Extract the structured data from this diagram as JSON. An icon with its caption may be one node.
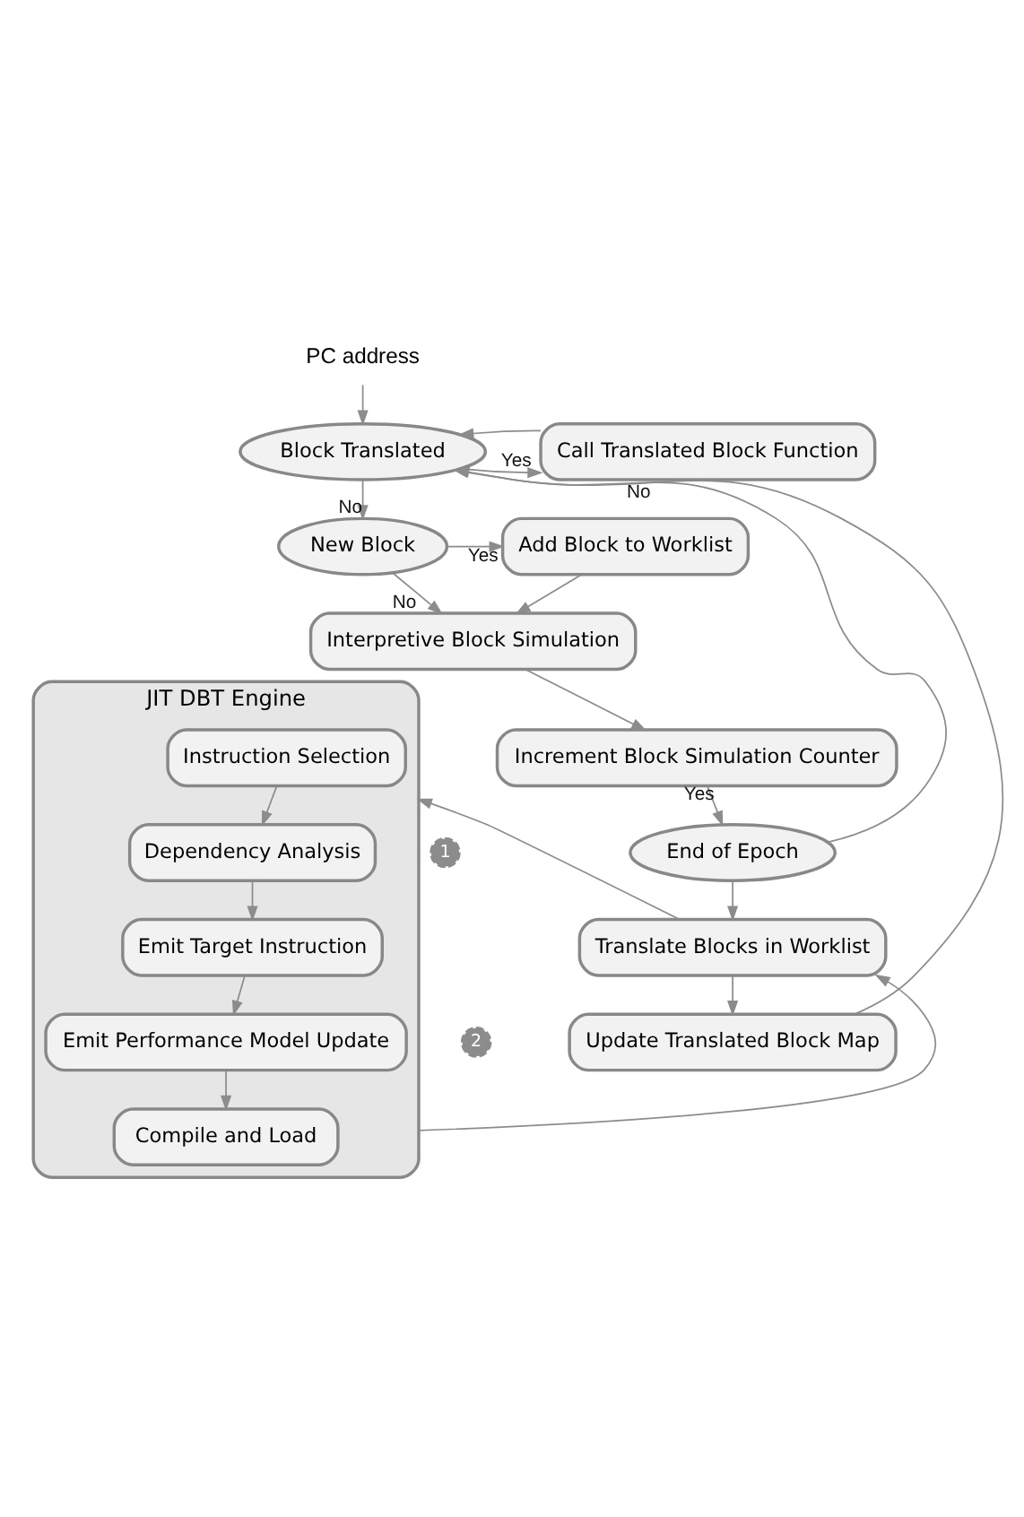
{
  "diagram": {
    "nodes": [
      {
        "text": [
          "PC address"
        ]
      },
      {
        "text": [
          "Block Translated"
        ]
      },
      {
        "text": [
          "Call Translated Block Function"
        ]
      },
      {
        "text": [
          "New Block"
        ]
      },
      {
        "text": [
          "Add Block to Worklist"
        ]
      },
      {
        "text": [
          "Interpretive Block Simulation"
        ]
      },
      {
        "text": [
          "Increment Block Simulation Counter"
        ]
      },
      {
        "text": [
          "End of Epoch"
        ]
      },
      {
        "text": [
          "Translate Blocks in Worklist"
        ]
      },
      {
        "text": [
          "Update Translated Block Map"
        ]
      },
      {
        "text": [
          "JIT DBT Engine"
        ]
      },
      {
        "text": [
          "Instruction Selection"
        ],
        "in": 10
      },
      {
        "text": [
          "Dependency Analysis"
        ],
        "in": 10
      },
      {
        "text": [
          "Emit Target Instruction"
        ],
        "in": 10
      },
      {
        "text": [
          "Emit Performance Model Update"
        ],
        "in": 10
      },
      {
        "text": [
          "Compile and Load"
        ],
        "in": 10
      }
    ],
    "edges": [
      {
        "from": 0,
        "to": 1,
        "arrow": "to"
      },
      {
        "from": 1,
        "to": 2,
        "arrow": "to",
        "label": "Yes"
      },
      {
        "from": 2,
        "to": 1,
        "arrow": "to"
      },
      {
        "from": 1,
        "to": 3,
        "arrow": "to",
        "label": "No"
      },
      {
        "from": 3,
        "to": 4,
        "arrow": "to",
        "label": "Yes"
      },
      {
        "from": 3,
        "to": 5,
        "arrow": "to",
        "label": "No"
      },
      {
        "from": 4,
        "to": 5,
        "arrow": "to"
      },
      {
        "from": 5,
        "to": 6,
        "arrow": "to"
      },
      {
        "from": 6,
        "to": 7,
        "arrow": "to",
        "label": "Yes"
      },
      {
        "from": 7,
        "to": 1,
        "arrow": "to",
        "label": "No"
      },
      {
        "from": 7,
        "to": 8,
        "arrow": "to"
      },
      {
        "from": 8,
        "to": 10,
        "arrow": "to"
      },
      {
        "from": 10,
        "to": 8,
        "arrow": "to"
      },
      {
        "from": 8,
        "to": 9,
        "arrow": "to"
      },
      {
        "from": 9,
        "to": 1,
        "arrow": "to"
      },
      {
        "from": 11,
        "to": 12,
        "arrow": "to"
      },
      {
        "from": 12,
        "to": 13,
        "arrow": "to"
      },
      {
        "from": 13,
        "to": 14,
        "arrow": "to"
      },
      {
        "from": 14,
        "to": 15,
        "arrow": "to"
      }
    ],
    "labels": [
      "1",
      "2"
    ]
  }
}
